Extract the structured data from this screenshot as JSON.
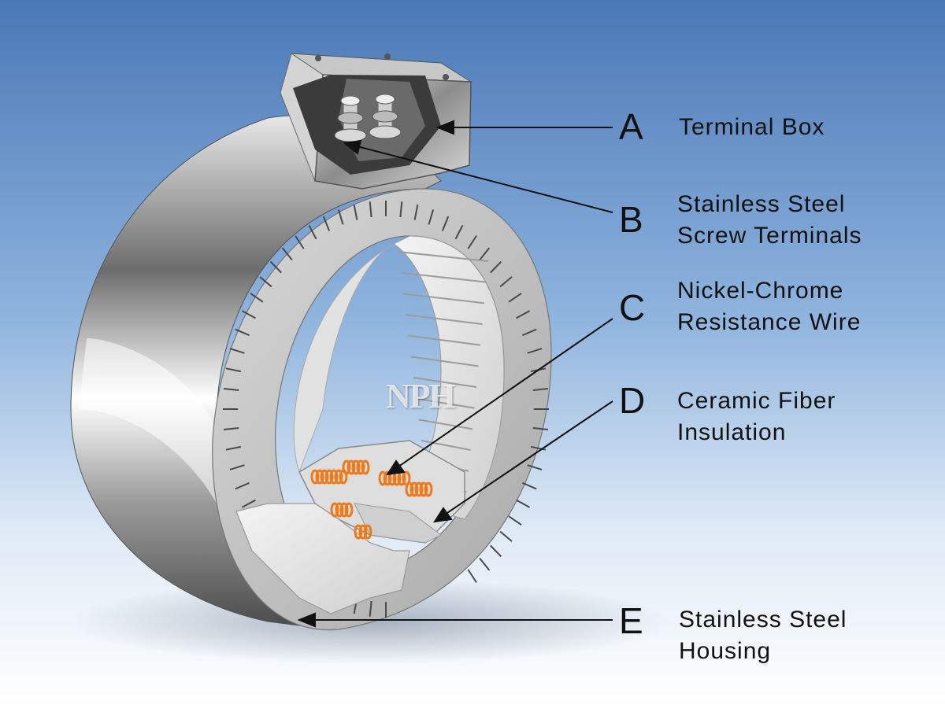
{
  "logo": {
    "text": "NPH"
  },
  "callouts": [
    {
      "letter": "A",
      "lines": [
        "Terminal Box"
      ]
    },
    {
      "letter": "B",
      "lines": [
        "Stainless Steel",
        "Screw Terminals"
      ]
    },
    {
      "letter": "C",
      "lines": [
        "Nickel-Chrome",
        "Resistance Wire"
      ]
    },
    {
      "letter": "D",
      "lines": [
        "Ceramic Fiber",
        "Insulation"
      ]
    },
    {
      "letter": "E",
      "lines": [
        "Stainless Steel",
        "Housing"
      ]
    }
  ],
  "colors": {
    "background_top": "#4a7ab8",
    "background_bottom": "#ffffff",
    "steel_light": "#f2f2f2",
    "steel_dark": "#5a5a5a",
    "ceramic": "#e6e6e6",
    "wire": "#f07a1a"
  }
}
